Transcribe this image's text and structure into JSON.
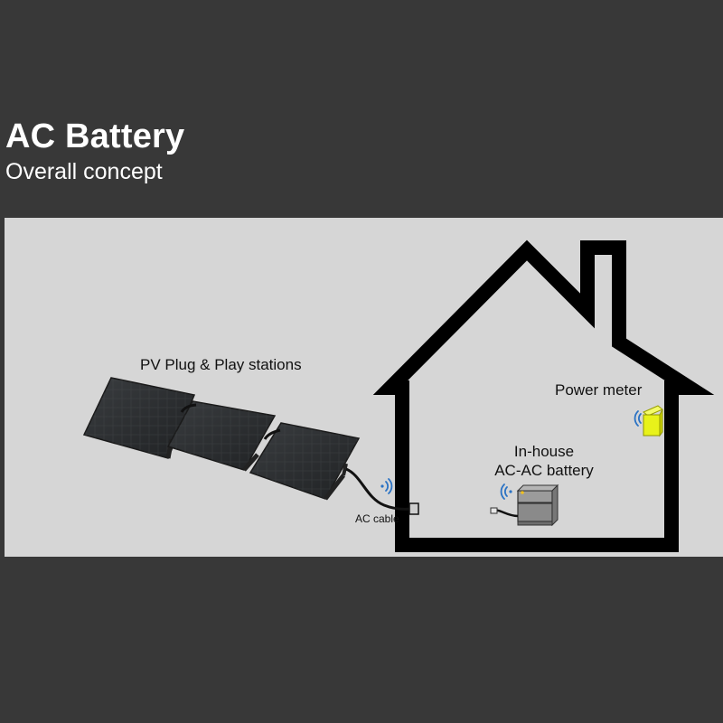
{
  "header": {
    "title": "AC Battery",
    "subtitle": "Overall concept"
  },
  "diagram": {
    "labels": {
      "pv_stations": "PV Plug & Play stations",
      "power_meter": "Power meter",
      "battery_line1": "In-house",
      "battery_line2": "AC-AC battery",
      "ac_cable": "AC cable"
    },
    "colors": {
      "background": "#383838",
      "panel": "#d6d6d6",
      "house_outline": "#000000",
      "wifi_signal": "#2a72c4",
      "power_meter": "#e8f21a",
      "solar_panel": "#2b2e30"
    },
    "icons": [
      "wifi-signal-icon",
      "solar-panel",
      "power-meter",
      "battery-stack"
    ]
  }
}
